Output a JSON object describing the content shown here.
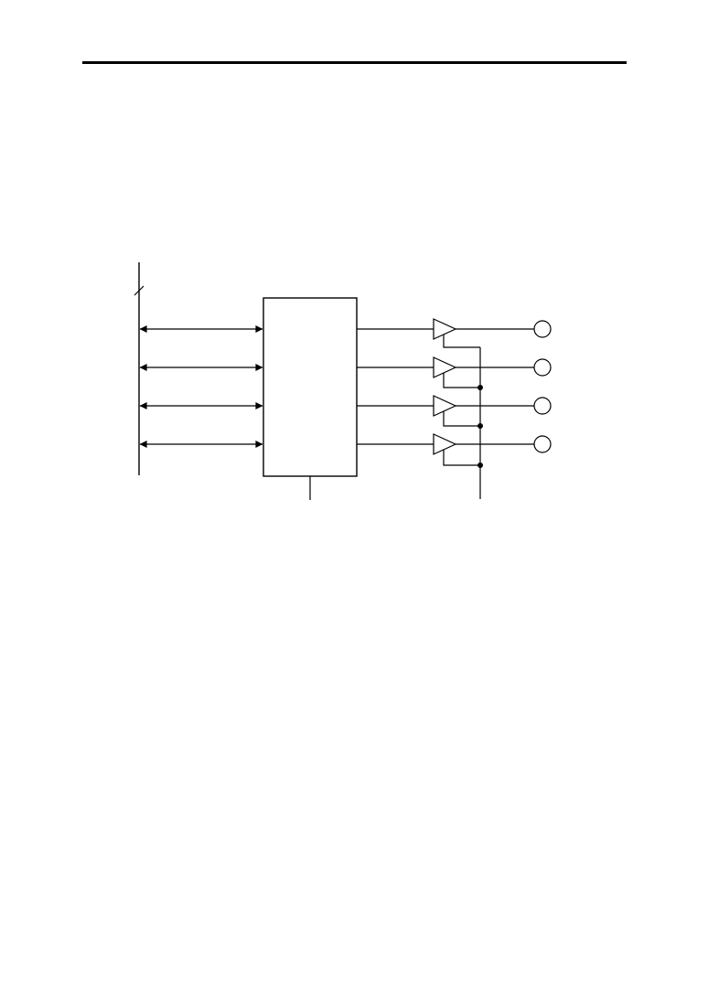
{
  "page": {
    "background": "#ffffff",
    "ink_color": "#000000"
  },
  "diagram": {
    "type": "block-diagram",
    "bus": {
      "has_width_slash": true,
      "channel_count": 4
    },
    "channels": [
      {
        "id": "ch1",
        "bidirectional_link": true,
        "has_output_buffer": true,
        "has_output_pin": true,
        "tied_to_enable_line": false
      },
      {
        "id": "ch2",
        "bidirectional_link": true,
        "has_output_buffer": true,
        "has_output_pin": true,
        "tied_to_enable_line": true
      },
      {
        "id": "ch3",
        "bidirectional_link": true,
        "has_output_buffer": true,
        "has_output_pin": true,
        "tied_to_enable_line": true
      },
      {
        "id": "ch4",
        "bidirectional_link": true,
        "has_output_buffer": true,
        "has_output_pin": true,
        "tied_to_enable_line": true
      }
    ],
    "register_block": {
      "has_bottom_input": true
    },
    "enable_line": {
      "junction_count": 3
    }
  }
}
